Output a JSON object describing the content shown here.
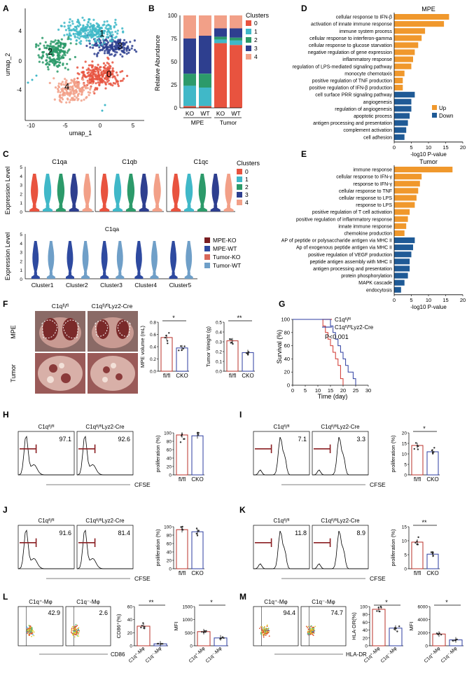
{
  "panel_letters": [
    "A",
    "B",
    "C",
    "D",
    "E",
    "F",
    "G",
    "H",
    "I",
    "J",
    "K",
    "L",
    "M"
  ],
  "panelA": {
    "xlabel": "umap_1",
    "ylabel": "umap_2",
    "xticks": [
      "-10",
      "-5",
      "0",
      "5"
    ],
    "yticks": [
      "4",
      "0",
      "-4"
    ],
    "cluster_labels": [
      "0",
      "1",
      "2",
      "3",
      "4"
    ]
  },
  "legend_clusters": {
    "title": "Clusters",
    "items": [
      {
        "label": "0",
        "color": "#e8533f"
      },
      {
        "label": "1",
        "color": "#40b8c8"
      },
      {
        "label": "2",
        "color": "#2c9a6a"
      },
      {
        "label": "3",
        "color": "#2e3f8f"
      },
      {
        "label": "4",
        "color": "#f2a088"
      }
    ]
  },
  "chart_data": [
    {
      "type": "bar",
      "id": "B",
      "ylabel": "Relative Abundance",
      "yticks": [
        "0",
        "25",
        "50",
        "75",
        "100"
      ],
      "categories": [
        "KO",
        "WT",
        "KO",
        "WT"
      ],
      "groups": [
        "MPE",
        "Tumor"
      ],
      "series": [
        {
          "name": "0",
          "values": [
            2,
            2,
            70,
            68
          ]
        },
        {
          "name": "1",
          "values": [
            22,
            20,
            4,
            5
          ]
        },
        {
          "name": "2",
          "values": [
            13,
            15,
            3,
            3
          ]
        },
        {
          "name": "3",
          "values": [
            38,
            41,
            9,
            10
          ]
        },
        {
          "name": "4",
          "values": [
            25,
            22,
            14,
            14
          ]
        }
      ]
    },
    {
      "type": "bar",
      "id": "D",
      "title": "MPE",
      "xlabel": "-log10 P-value",
      "xticks": [
        "0",
        "5",
        "10",
        "15",
        "20"
      ],
      "legend": [
        "Up",
        "Down"
      ],
      "terms": [
        {
          "name": "cellular response to IFN-β",
          "value": 16,
          "dir": "Up"
        },
        {
          "name": "activation of innate immune response",
          "value": 14.5,
          "dir": "Up"
        },
        {
          "name": "immune system process",
          "value": 9,
          "dir": "Up"
        },
        {
          "name": "cellular response to interferon-gamma",
          "value": 8,
          "dir": "Up"
        },
        {
          "name": "cellular response to glucose starvation",
          "value": 7,
          "dir": "Up"
        },
        {
          "name": "negative regulation of gene expression",
          "value": 6,
          "dir": "Up"
        },
        {
          "name": "inflammatory response",
          "value": 5.5,
          "dir": "Up"
        },
        {
          "name": "regulation of LPS-mediated signaling pathway",
          "value": 5,
          "dir": "Up"
        },
        {
          "name": "monocyte chemotaxis",
          "value": 3,
          "dir": "Up"
        },
        {
          "name": "positive regulation of TNF production",
          "value": 2.5,
          "dir": "Up"
        },
        {
          "name": "positive regulation of IFN-β production",
          "value": 2.5,
          "dir": "Up"
        },
        {
          "name": "cell surface PRR signaling pathway",
          "value": 6,
          "dir": "Down"
        },
        {
          "name": "angiogenesis",
          "value": 5,
          "dir": "Down"
        },
        {
          "name": "regulation of angiogenesis",
          "value": 5,
          "dir": "Down"
        },
        {
          "name": "apoptotic process",
          "value": 4.5,
          "dir": "Down"
        },
        {
          "name": "antigen processing and presentation",
          "value": 4,
          "dir": "Down"
        },
        {
          "name": "complement activation",
          "value": 3.5,
          "dir": "Down"
        },
        {
          "name": "cell adhesion",
          "value": 3,
          "dir": "Down"
        }
      ]
    },
    {
      "type": "bar",
      "id": "E",
      "title": "Tumor",
      "xlabel": "-log10 P-value",
      "xticks": [
        "0",
        "5",
        "10",
        "15",
        "20"
      ],
      "terms": [
        {
          "name": "immune response",
          "value": 17,
          "dir": "Up"
        },
        {
          "name": "cellular response to IFN-γ",
          "value": 8,
          "dir": "Up"
        },
        {
          "name": "response to IFN-γ",
          "value": 7.5,
          "dir": "Up"
        },
        {
          "name": "cellular response to TNF",
          "value": 7,
          "dir": "Up"
        },
        {
          "name": "cellular response to LPS",
          "value": 6.5,
          "dir": "Up"
        },
        {
          "name": "response to LPS",
          "value": 6,
          "dir": "Up"
        },
        {
          "name": "positive regulation of T cell activation",
          "value": 4.5,
          "dir": "Up"
        },
        {
          "name": "positive regulation of inflammatory response",
          "value": 4,
          "dir": "Up"
        },
        {
          "name": "innate immune response",
          "value": 3.5,
          "dir": "Up"
        },
        {
          "name": "chemokine production",
          "value": 3,
          "dir": "Up"
        },
        {
          "name": "AP of peptide or polysaccharide antigen via MHC II",
          "value": 6,
          "dir": "Down"
        },
        {
          "name": "Ap of exogenous peptide antigen via MHC II",
          "value": 5.5,
          "dir": "Down"
        },
        {
          "name": "positive regulation of VEGF production",
          "value": 5,
          "dir": "Down"
        },
        {
          "name": "peptide antigen assembly with MHC II",
          "value": 4.5,
          "dir": "Down"
        },
        {
          "name": "antigen processing and presentation",
          "value": 4.5,
          "dir": "Down"
        },
        {
          "name": "protein phosphorylation",
          "value": 4,
          "dir": "Down"
        },
        {
          "name": "MAPK cascade",
          "value": 3,
          "dir": "Down"
        },
        {
          "name": "endocytosis",
          "value": 2,
          "dir": "Down"
        }
      ]
    },
    {
      "type": "line",
      "id": "G",
      "xlabel": "Time (day)",
      "ylabel": "Survival (%)",
      "xticks": [
        "0",
        "5",
        "10",
        "15",
        "20",
        "25",
        "30"
      ],
      "yticks": [
        "0",
        "20",
        "40",
        "60",
        "80",
        "100"
      ],
      "pvalue": "P<0.001",
      "series": [
        {
          "name": "C1qᶠˡ/ᶠˡ",
          "color": "#d0342c",
          "x": [
            0,
            11,
            12,
            13,
            14,
            15,
            16,
            17,
            18,
            19,
            20
          ],
          "y": [
            100,
            100,
            90,
            80,
            70,
            60,
            50,
            40,
            30,
            10,
            0
          ]
        },
        {
          "name": "C1qᶠˡ/ᶠˡLyz2-Cre",
          "color": "#2d3ea0",
          "x": [
            0,
            14,
            15,
            16,
            17,
            18,
            19,
            20,
            21,
            22,
            24,
            25
          ],
          "y": [
            100,
            100,
            90,
            80,
            70,
            60,
            50,
            40,
            30,
            20,
            10,
            0
          ]
        }
      ]
    }
  ],
  "panelC": {
    "top": {
      "ylabel": "Expression Level",
      "yticks": [
        "0",
        "1",
        "2",
        "3",
        "4",
        "5"
      ],
      "genes": [
        "C1qa",
        "C1qb",
        "C1qc"
      ]
    },
    "bottom": {
      "title": "C1qa",
      "ylabel": "Expression Level",
      "yticks": [
        "0",
        "1",
        "2",
        "3",
        "4",
        "5"
      ],
      "clusters": [
        "Cluster1",
        "Cluster2",
        "Cluster3",
        "Cluster4",
        "Cluster5"
      ],
      "legend": [
        {
          "label": "MPE-KO",
          "color": "#7a1e22"
        },
        {
          "label": "MPE-WT",
          "color": "#2e4aa0"
        },
        {
          "label": "Tumor-KO",
          "color": "#d9685a"
        },
        {
          "label": "Tumor-WT",
          "color": "#6f9fc8"
        }
      ]
    }
  },
  "panelF": {
    "col_labels": [
      "C1qᶠˡ/ᶠˡ",
      "C1qᶠˡ/ᶠˡLyz2-Cre"
    ],
    "row_labels": [
      "MPE",
      "Tumor"
    ],
    "bar1": {
      "ylabel": "MPE volume (mL)",
      "yticks": [
        "0.0",
        "0.2",
        "0.4",
        "0.6",
        "0.8"
      ],
      "categories": [
        "fl/fl",
        "CKO"
      ],
      "values": [
        0.55,
        0.38
      ],
      "sig": "*"
    },
    "bar2": {
      "ylabel": "Tumor Weight (g)",
      "yticks": [
        "0.0",
        "0.1",
        "0.2",
        "0.3",
        "0.4",
        "0.5"
      ],
      "categories": [
        "fl/fl",
        "CKO"
      ],
      "values": [
        0.31,
        0.19
      ],
      "sig": "**"
    }
  },
  "flow_panels": [
    {
      "id": "H",
      "left_label": "C1qᶠˡ/ᶠˡ",
      "right_label": "C1qᶠˡ/ᶠˡLyz2-Cre",
      "v1": "97.1",
      "v2": "92.6",
      "xlabel": "CFSE",
      "bar": {
        "ylabel": "proliferation (%)",
        "yticks": [
          "0",
          "20",
          "40",
          "60",
          "80",
          "100"
        ],
        "max": 100,
        "values": [
          95,
          93
        ],
        "categories": [
          "fl/fl",
          "CKO"
        ],
        "sig": ""
      }
    },
    {
      "id": "I",
      "left_label": "C1qᶠˡ/ᶠˡ",
      "right_label": "C1qᶠˡ/ᶠˡLyz2-Cre",
      "v1": "7.1",
      "v2": "3.3",
      "xlabel": "CFSE",
      "bar": {
        "ylabel": "proliferation (%)",
        "yticks": [
          "0",
          "5",
          "10",
          "15",
          "20"
        ],
        "max": 20,
        "values": [
          14,
          11
        ],
        "categories": [
          "fl/fl",
          "CKO"
        ],
        "sig": "*"
      }
    },
    {
      "id": "J",
      "left_label": "C1qᶠˡ/ᶠˡ",
      "right_label": "C1qᶠˡ/ᶠˡLyz2-Cre",
      "v1": "91.6",
      "v2": "81.4",
      "xlabel": "CFSE",
      "bar": {
        "ylabel": "proliferation (%)",
        "yticks": [
          "0",
          "20",
          "40",
          "60",
          "80",
          "100"
        ],
        "max": 100,
        "values": [
          93,
          88
        ],
        "categories": [
          "fl/fl",
          "CKO"
        ],
        "sig": ""
      }
    },
    {
      "id": "K",
      "left_label": "C1qᶠˡ/ᶠˡ",
      "right_label": "C1qᶠˡ/ᶠˡLyz2-Cre",
      "v1": "11.8",
      "v2": "8.9",
      "xlabel": "CFSE",
      "bar": {
        "ylabel": "proliferation (%)",
        "yticks": [
          "0",
          "5",
          "10",
          "15"
        ],
        "max": 15,
        "values": [
          9.5,
          5.2
        ],
        "categories": [
          "fl/fl",
          "CKO"
        ],
        "sig": "**"
      }
    }
  ],
  "dot_panels": [
    {
      "id": "L",
      "left_label": "C1q⁺-Mφ",
      "right_label": "C1q⁻-Mφ",
      "v1": "42.9",
      "v2": "2.6",
      "xlabel": "CD86",
      "bar1": {
        "ylabel": "CD86⁺(%)",
        "yticks": [
          "0",
          "20",
          "40",
          "60"
        ],
        "max": 60,
        "values": [
          30,
          3
        ],
        "categories": [
          "C1q⁺-Mφ",
          "C1q⁻-Mφ"
        ],
        "sig": "**"
      },
      "bar2": {
        "ylabel": "MFI",
        "yticks": [
          "0",
          "500",
          "1000",
          "1500"
        ],
        "max": 1500,
        "values": [
          540,
          300
        ],
        "categories": [
          "C1q⁺-Mφ",
          "C1q⁻-Mφ"
        ],
        "sig": "*"
      }
    },
    {
      "id": "M",
      "left_label": "C1q⁺-Mφ",
      "right_label": "C1q⁻-Mφ",
      "v1": "94.4",
      "v2": "74.7",
      "xlabel": "HLA-DR",
      "bar1": {
        "ylabel": "HLA-DR(%)",
        "yticks": [
          "0",
          "20",
          "40",
          "60",
          "80",
          "100"
        ],
        "max": 100,
        "values": [
          93,
          45
        ],
        "categories": [
          "C1q⁺-Mφ",
          "C1q⁻-Mφ"
        ],
        "sig": "*"
      },
      "bar2": {
        "ylabel": "MFI",
        "yticks": [
          "0",
          "2000",
          "4000",
          "6000"
        ],
        "max": 6000,
        "values": [
          1800,
          900
        ],
        "categories": [
          "C1q⁺-Mφ",
          "C1q⁻-Mφ"
        ],
        "sig": "*"
      }
    }
  ],
  "colors": {
    "up": "#f0982c",
    "down": "#1f5a96",
    "flfl": "#b9302a",
    "cko": "#2d3ea0"
  }
}
